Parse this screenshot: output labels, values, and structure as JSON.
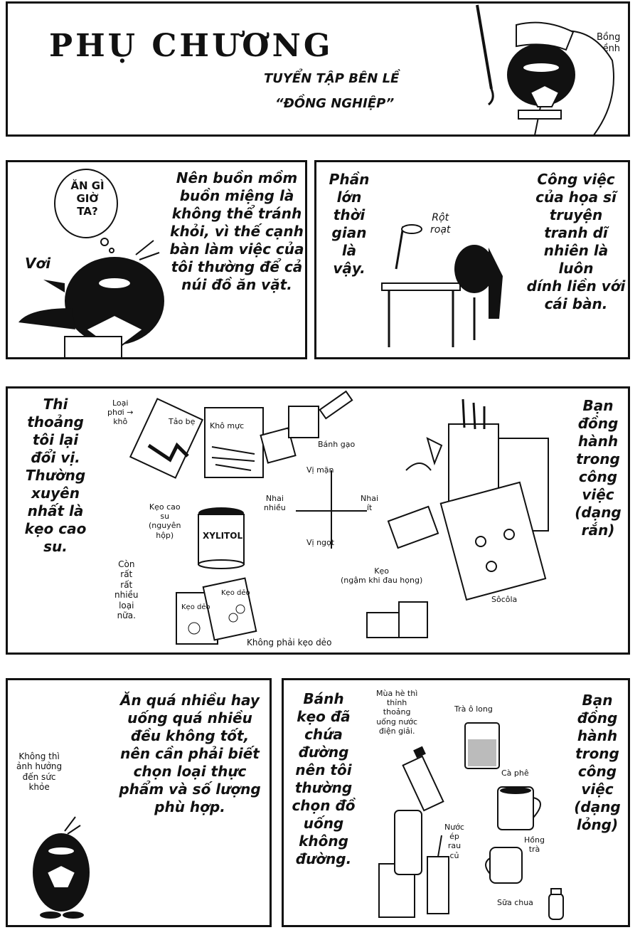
{
  "header": {
    "title": "PHỤ CHƯƠNG",
    "subtitle_line1": "TUYỂN TẬP BÊN LỀ",
    "subtitle_line2": "“ĐỒNG NGHIỆP”",
    "sfx": "Bồng\nbềnh"
  },
  "panel1": {
    "bubble": "ĂN GÌ\nGIỜ\nTA?",
    "sfx": "Vơi",
    "narration": "Nên buồn mồm\nbuồn miệng là\nkhông thể tránh\nkhỏi, vì thế cạnh\nbàn làm việc của\ntôi thường để cả\nnúi đồ ăn vặt."
  },
  "panel2": {
    "narration_left": "Phần\nlớn\nthời\ngian\nlà\nvậy.",
    "sfx": "Rột\nroạt",
    "narration_right": "Công việc\ncủa họa sĩ\ntruyện\ntranh dĩ\nnhiên là luôn\ndính liền với\ncái bàn."
  },
  "panel3": {
    "narration_left": "Thi\nthoảng\ntôi lại\nđổi vị.\nThường\nxuyên\nnhất là\nkẹo cao\nsu.",
    "narration_right": "Bạn\nđồng\nhành\ntrong\ncông\nviệc\n(dạng\nrắn)",
    "labels": {
      "dried": "Loại\nphơi →\nkhô",
      "dried_bag": "Tảo bẹ",
      "squid": "Khô mực",
      "rice_cracker": "Bánh gạo",
      "chewy_more": "Nhai\nnhiều",
      "chewy_less": "Nhai\nít",
      "salty": "Vị mặn",
      "sweet": "Vị ngọt",
      "gum": "Kẹo cao\nsu\n(nguyên\nhộp)",
      "xylitol": "XYLITOL",
      "many_more": "Còn\nrất\nrất\nnhiều\nloại\nnữa.",
      "gummy1": "Kẹo dẻo",
      "gummy2": "Kẹo dẻo",
      "not_gummy": "Không phải kẹo dẻo",
      "candy": "Kẹo\n(ngậm khi đau họng)",
      "chocolate": "Sôcôla"
    }
  },
  "panel4": {
    "side_note": "Không thì\nảnh hưởng\nđến sức\nkhỏe",
    "narration": "Ăn quá nhiều hay\nuống quá nhiều\nđều không tốt,\nnên cần phải biết\nchọn loại thực\nphẩm và số lượng\nphù hợp."
  },
  "panel5": {
    "narration_left": "Bánh\nkẹo đã\nchứa\nđường\nnên tôi\nthường\nchọn đồ\nuống\nkhông\nđường.",
    "narration_right": "Bạn\nđồng\nhành\ntrong\ncông\nviệc\n(dạng\nlỏng)",
    "labels": {
      "summer": "Mùa hè thì\nthỉnh\nthoảng\nuống nước\nđiện giải.",
      "oolong": "Trà ô long",
      "coffee": "Cà phê",
      "vegetable": "Nước\nép\nrau\ncủ",
      "black_tea": "Hồng\ntrà",
      "yogurt": "Sữa chua"
    }
  }
}
